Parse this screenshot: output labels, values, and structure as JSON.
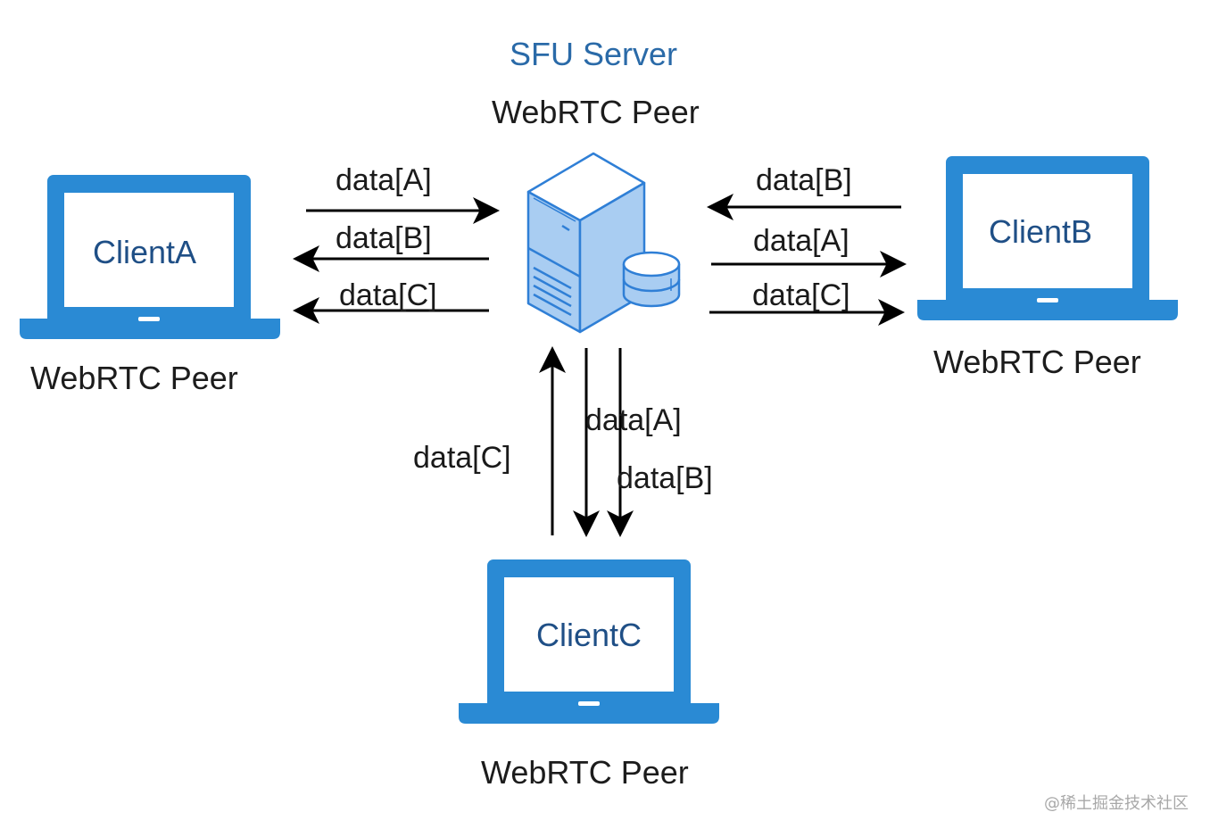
{
  "diagram": {
    "server": {
      "title": "SFU Server",
      "role": "WebRTC Peer",
      "icon": "server-database-icon"
    },
    "clients": [
      {
        "id": "A",
        "name": "ClientA",
        "role": "WebRTC Peer",
        "icon": "laptop-icon"
      },
      {
        "id": "B",
        "name": "ClientB",
        "role": "WebRTC Peer",
        "icon": "laptop-icon"
      },
      {
        "id": "C",
        "name": "ClientC",
        "role": "WebRTC Peer",
        "icon": "laptop-icon"
      }
    ],
    "flows": [
      {
        "client": "A",
        "label": "data[A]",
        "direction": "client-to-server"
      },
      {
        "client": "A",
        "label": "data[B]",
        "direction": "server-to-client"
      },
      {
        "client": "A",
        "label": "data[C]",
        "direction": "server-to-client"
      },
      {
        "client": "B",
        "label": "data[B]",
        "direction": "client-to-server"
      },
      {
        "client": "B",
        "label": "data[A]",
        "direction": "server-to-client"
      },
      {
        "client": "B",
        "label": "data[C]",
        "direction": "server-to-client"
      },
      {
        "client": "C",
        "label": "data[C]",
        "direction": "client-to-server"
      },
      {
        "client": "C",
        "label": "data[A]",
        "direction": "server-to-client"
      },
      {
        "client": "C",
        "label": "data[B]",
        "direction": "server-to-client"
      }
    ],
    "colors": {
      "laptop": "#2a8ad4",
      "server_fill": "#a9cdf2",
      "server_stroke": "#2f7fd6",
      "title": "#2a6aa8",
      "client_text": "#1f4f86",
      "arrow": "#000000"
    }
  },
  "watermark": "@稀土掘金技术社区"
}
